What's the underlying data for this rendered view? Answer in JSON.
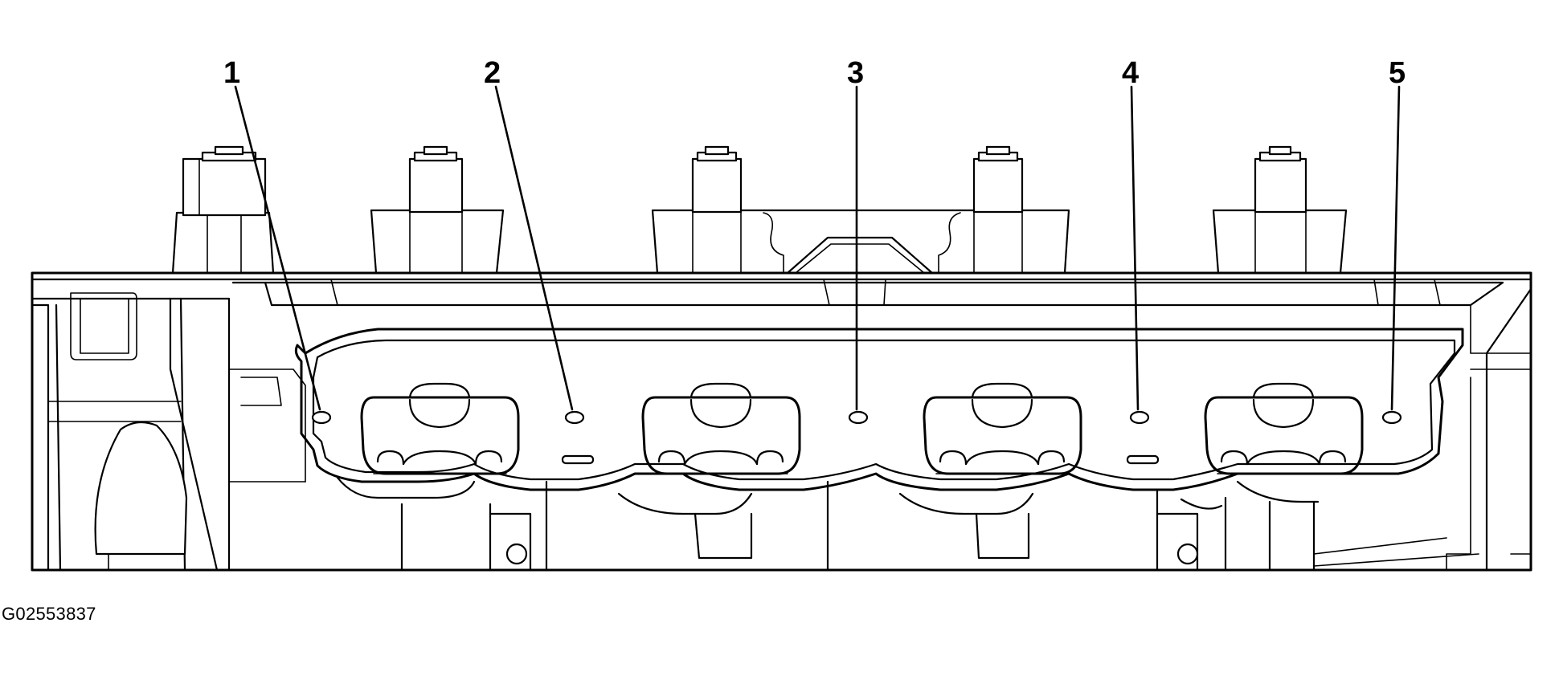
{
  "figure": {
    "callouts": [
      {
        "label": "1"
      },
      {
        "label": "2"
      },
      {
        "label": "3"
      },
      {
        "label": "4"
      },
      {
        "label": "5"
      }
    ],
    "figure_code": "G02553837"
  }
}
